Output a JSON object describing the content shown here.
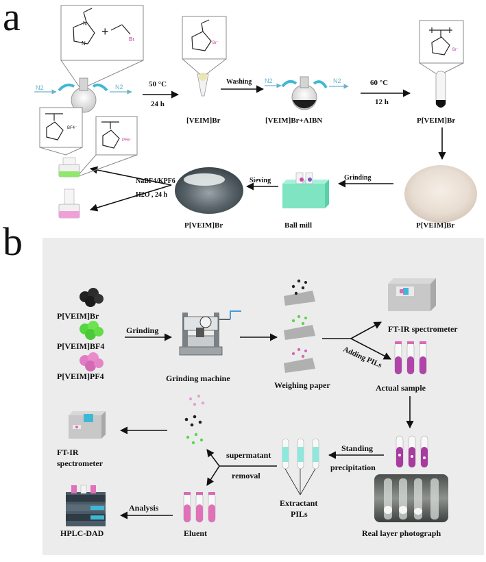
{
  "panel_a": {
    "letter": "a",
    "step1_temp": "50 °C",
    "step1_time": "24 h",
    "product1": "[VEIM]Br",
    "washing": "Washing",
    "product2": "[VEIM]Br+AIBN",
    "step2_temp": "60 °C",
    "step2_time": "12 h",
    "product3": "P[VEIM]Br",
    "grinding": "Grinding",
    "ground_product": "P[VEIM]Br",
    "ball_mill": "Ball mill",
    "sieving": "Sieving",
    "sieved_product": "P[VEIM]Br",
    "exchange_reagent": "NaBF4/KPF6",
    "exchange_cond": "H2O , 24 h",
    "gas": "N2",
    "anion_br": "Br⁻",
    "anion_bf4": "BF4⁻",
    "anion_pf6": "PF6⁻",
    "atom_n": "N",
    "atom_br": "Br"
  },
  "panel_b": {
    "letter": "b",
    "pil1": "P[VEIM]Br",
    "pil2": "P[VEIM]BF4",
    "pil3": "P[VEIM]PF4",
    "grinding": "Grinding",
    "grinding_machine": "Grinding machine",
    "weighing_paper": "Weighing paper",
    "ftir_top": "FT-IR spectrometer",
    "adding_pils": "Adding PILs",
    "actual_sample": "Actual sample",
    "standing": "Standing",
    "precipitation": "precipitation",
    "real_layer": "Real layer photograph",
    "extractant_1": "Extractant",
    "extractant_2": "PILs",
    "supernatant": "supermatant",
    "removal": "removal",
    "ftir_left_1": "FT-IR",
    "ftir_left_2": "spectrometer",
    "eluent": "Eluent",
    "analysis": "Analysis",
    "hplc": "HPLC-DAD"
  },
  "colors": {
    "panel_b_bg": "#ececec",
    "pink": "#d66ab4",
    "green": "#5ad64a",
    "black_particle": "#222222",
    "cyan": "#6fd8d0",
    "mint": "#8fe8c8"
  }
}
